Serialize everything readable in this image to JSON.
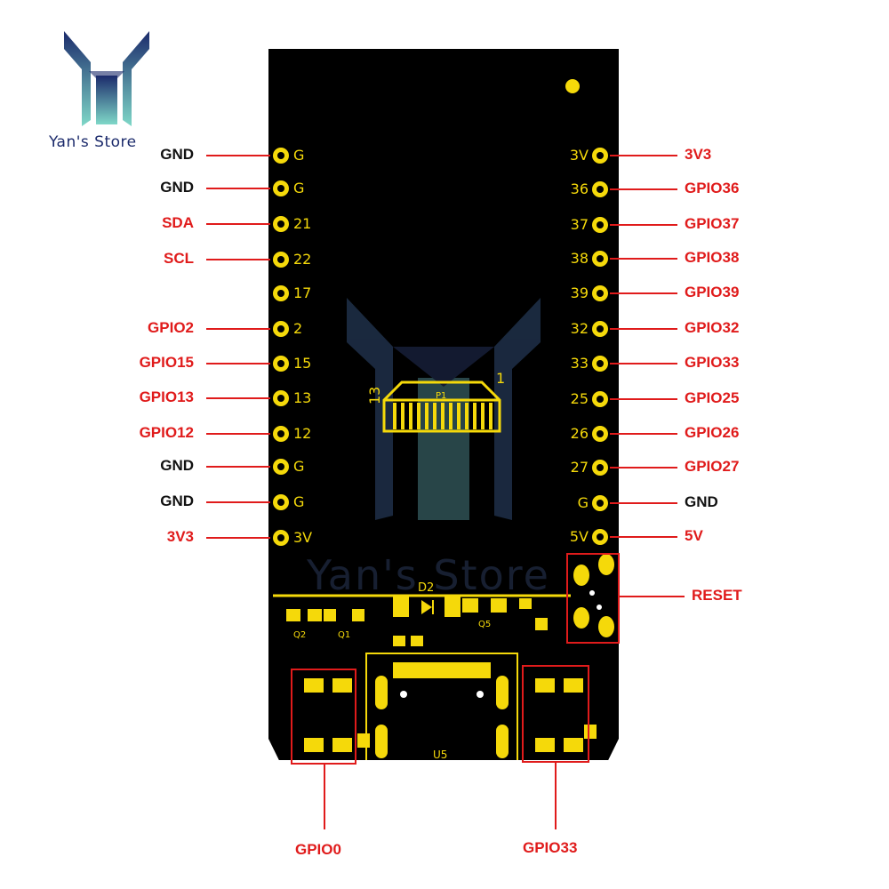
{
  "store_name": "Yan's Store",
  "watermark": "Yan's Store",
  "left_pins": [
    {
      "silk": "G",
      "label": "GND",
      "color": "black"
    },
    {
      "silk": "G",
      "label": "GND",
      "color": "black"
    },
    {
      "silk": "21",
      "label": "SDA",
      "color": "red"
    },
    {
      "silk": "22",
      "label": "SCL",
      "color": "red"
    },
    {
      "silk": "17",
      "label": "",
      "color": "red"
    },
    {
      "silk": "2",
      "label": "GPIO2",
      "color": "red"
    },
    {
      "silk": "15",
      "label": "GPIO15",
      "color": "red"
    },
    {
      "silk": "13",
      "label": "GPIO13",
      "color": "red"
    },
    {
      "silk": "12",
      "label": "GPIO12",
      "color": "red"
    },
    {
      "silk": "G",
      "label": "GND",
      "color": "black"
    },
    {
      "silk": "G",
      "label": "GND",
      "color": "black"
    },
    {
      "silk": "3V",
      "label": "3V3",
      "color": "red"
    }
  ],
  "right_pins": [
    {
      "silk": "3V",
      "label": "3V3",
      "color": "red"
    },
    {
      "silk": "36",
      "label": "GPIO36",
      "color": "red"
    },
    {
      "silk": "37",
      "label": "GPIO37",
      "color": "red"
    },
    {
      "silk": "38",
      "label": "GPIO38",
      "color": "red"
    },
    {
      "silk": "39",
      "label": "GPIO39",
      "color": "red"
    },
    {
      "silk": "32",
      "label": "GPIO32",
      "color": "red"
    },
    {
      "silk": "33",
      "label": "GPIO33",
      "color": "red"
    },
    {
      "silk": "25",
      "label": "GPIO25",
      "color": "red"
    },
    {
      "silk": "26",
      "label": "GPIO26",
      "color": "red"
    },
    {
      "silk": "27",
      "label": "GPIO27",
      "color": "red"
    },
    {
      "silk": "G",
      "label": "GND",
      "color": "black"
    },
    {
      "silk": "5V",
      "label": "5V",
      "color": "red"
    }
  ],
  "reset_label": "RESET",
  "gpio0_label": "GPIO0",
  "gpio33_label": "GPIO33",
  "board_silk": {
    "connector_left": "13",
    "connector_right": "1",
    "connector_ref": "P1",
    "diode": "D2",
    "usb": "U5",
    "q2": "Q2",
    "q1": "Q1",
    "q5": "Q5"
  },
  "colors": {
    "board": "#000000",
    "silkscreen": "#f5d90a",
    "callout": "#e01b1b",
    "logo_blue": "#1b2a6b",
    "logo_teal": "#7fd8c8"
  }
}
